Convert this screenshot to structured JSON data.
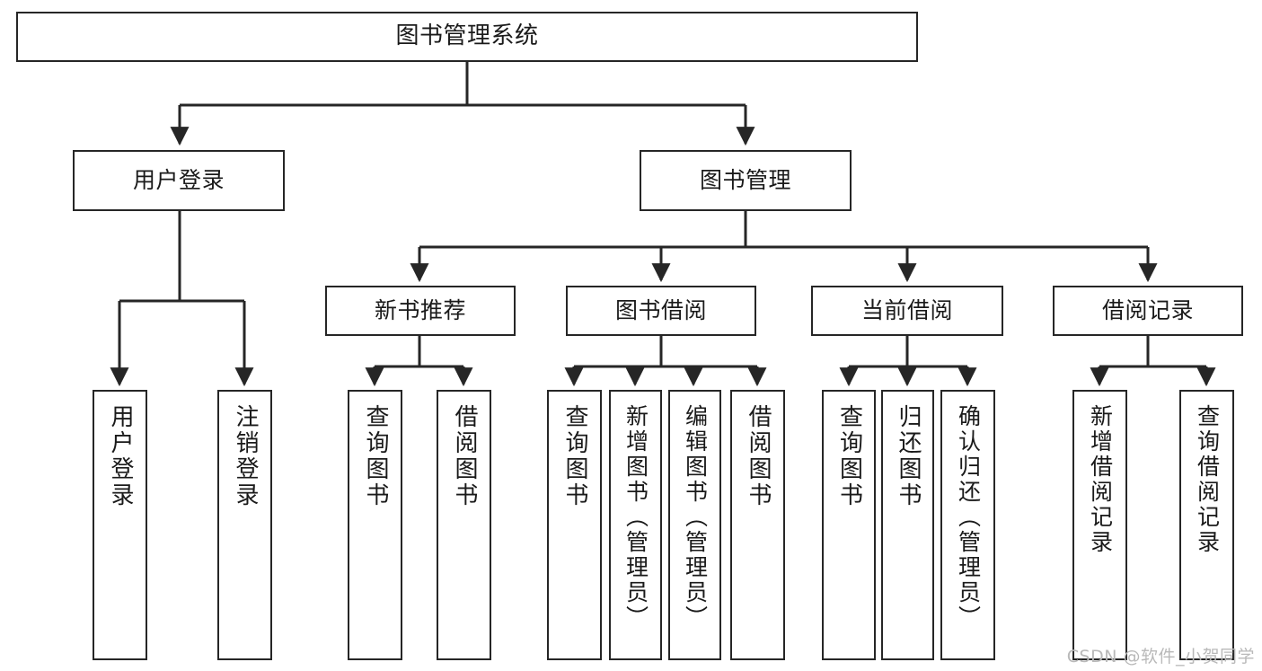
{
  "diagram": {
    "title": "图书管理系统",
    "root": {
      "id": "root",
      "label": "图书管理系统"
    },
    "level2": [
      {
        "id": "user-login",
        "label": "用户登录"
      },
      {
        "id": "book-manage",
        "label": "图书管理"
      }
    ],
    "level3": [
      {
        "id": "new-book-recommend",
        "label": "新书推荐"
      },
      {
        "id": "book-borrow",
        "label": "图书借阅"
      },
      {
        "id": "current-borrow",
        "label": "当前借阅"
      },
      {
        "id": "borrow-record",
        "label": "借阅记录"
      }
    ],
    "leaves": {
      "user_login": [
        {
          "id": "leaf-user-login",
          "label": "用户登录"
        },
        {
          "id": "leaf-user-logout",
          "label": "注销登录"
        }
      ],
      "new_book_recommend": [
        {
          "id": "leaf-query-book-1",
          "label": "查询图书"
        },
        {
          "id": "leaf-borrow-book-1",
          "label": "借阅图书"
        }
      ],
      "book_borrow": [
        {
          "id": "leaf-query-book-2",
          "label": "查询图书"
        },
        {
          "id": "leaf-add-book",
          "label": "新增图书（管理员）"
        },
        {
          "id": "leaf-edit-book",
          "label": "编辑图书（管理员）"
        },
        {
          "id": "leaf-borrow-book-2",
          "label": "借阅图书"
        }
      ],
      "current_borrow": [
        {
          "id": "leaf-query-book-3",
          "label": "查询图书"
        },
        {
          "id": "leaf-return-book",
          "label": "归还图书"
        },
        {
          "id": "leaf-confirm-return",
          "label": "确认归还（管理员）"
        }
      ],
      "borrow_record": [
        {
          "id": "leaf-add-record",
          "label": "新增借阅记录"
        },
        {
          "id": "leaf-query-record",
          "label": "查询借阅记录"
        }
      ]
    }
  },
  "watermark": {
    "text": "CSDN @软件_小贺同学"
  },
  "colors": {
    "stroke": "#262626",
    "box_fill": "#ffffff",
    "text": "#1a1a1a",
    "watermark": "#b9b9b9",
    "background": "#ffffff"
  }
}
